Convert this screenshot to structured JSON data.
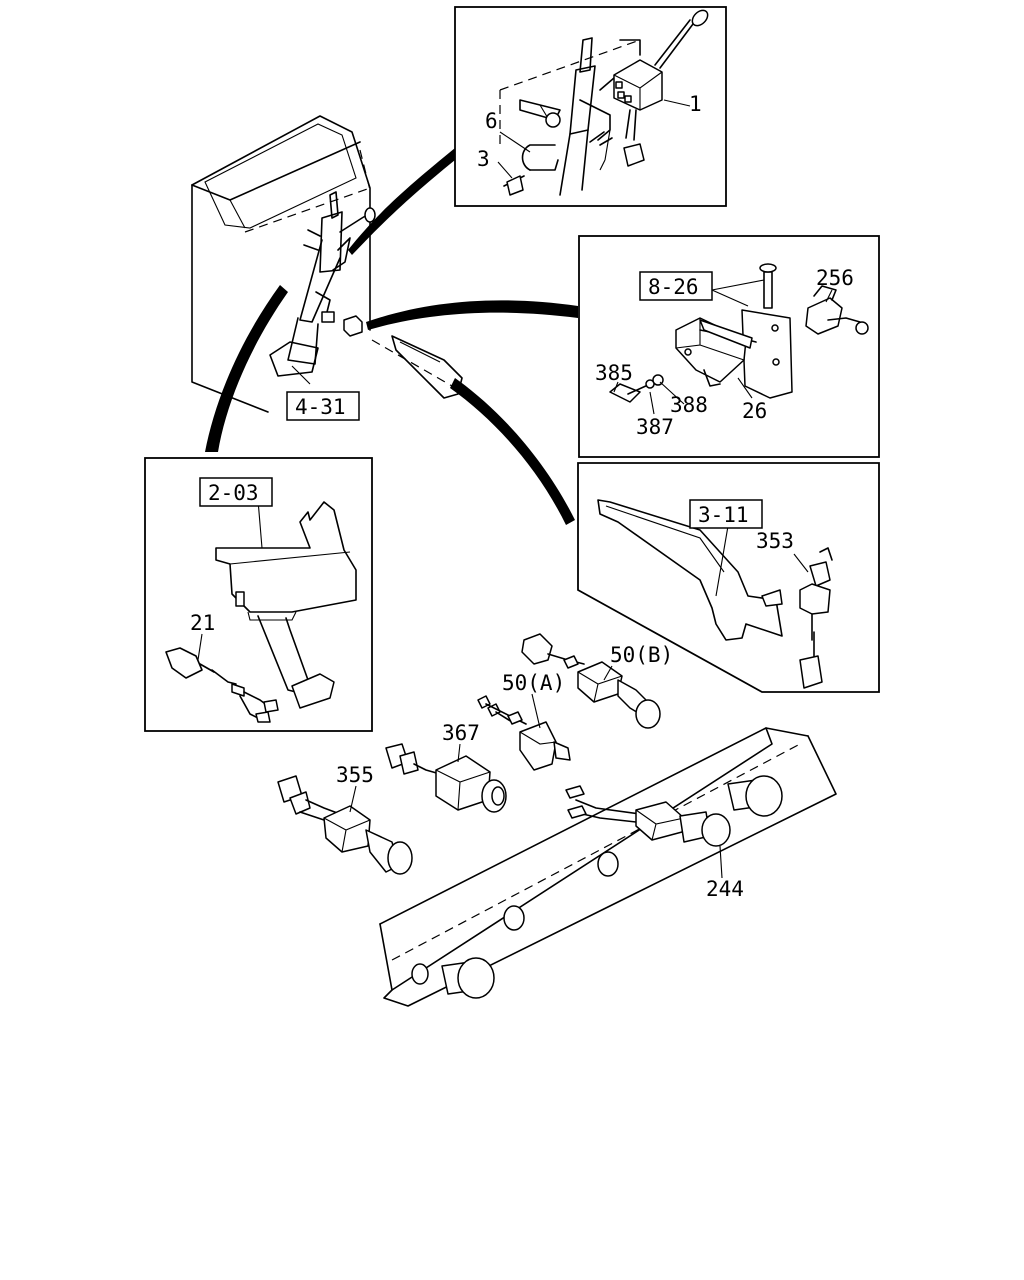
{
  "callouts": {
    "c1": "1",
    "c6": "6",
    "c3": "3",
    "c256": "256",
    "c385": "385",
    "c388": "388",
    "c26": "26",
    "c387": "387",
    "c353": "353",
    "c21": "21",
    "c50b": "50(B)",
    "c50a": "50(A)",
    "c367": "367",
    "c355": "355",
    "c244": "244"
  },
  "references": {
    "r826": "8-26",
    "r431": "4-31",
    "r203": "2-03",
    "r311": "3-11"
  }
}
